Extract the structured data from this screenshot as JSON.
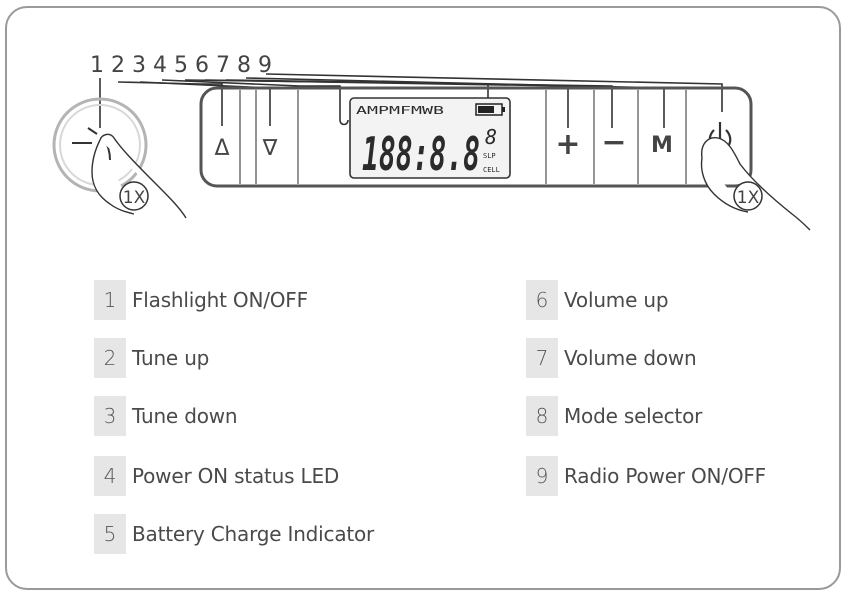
{
  "callout_numbers": [
    "1",
    "2",
    "3",
    "4",
    "5",
    "6",
    "7",
    "8",
    "9"
  ],
  "press_badges": {
    "left": "1X",
    "right": "1X"
  },
  "lcd": {
    "band_labels": "AMPMFMWB",
    "digits": "188:8.8",
    "small_digit": "8",
    "tiny_label_1": "SLP",
    "tiny_label_2": "CELL"
  },
  "buttons": {
    "tune_up_symbol": "Δ",
    "tune_down_symbol": "∇",
    "volume_up_symbol": "+",
    "volume_down_symbol": "−",
    "mode_symbol": "M"
  },
  "icons": {
    "flashlight": "flashlight-icon",
    "power": "power-icon",
    "hand": "hand-icon",
    "battery": "battery-icon",
    "led": "status-led-icon"
  },
  "legend": {
    "left": [
      {
        "num": "1",
        "label": "Flashlight ON/OFF"
      },
      {
        "num": "2",
        "label": "Tune up"
      },
      {
        "num": "3",
        "label": "Tune down"
      },
      {
        "num": "4",
        "label": "Power ON status LED"
      },
      {
        "num": "5",
        "label": "Battery Charge Indicator"
      }
    ],
    "right": [
      {
        "num": "6",
        "label": "Volume up"
      },
      {
        "num": "7",
        "label": "Volume down"
      },
      {
        "num": "8",
        "label": "Mode selector"
      },
      {
        "num": "9",
        "label": "Radio Power ON/OFF"
      }
    ]
  },
  "colors": {
    "frame": "#9a9a9a",
    "line": "#333333",
    "badge_bg": "#e6e6e6",
    "text": "#444444"
  }
}
